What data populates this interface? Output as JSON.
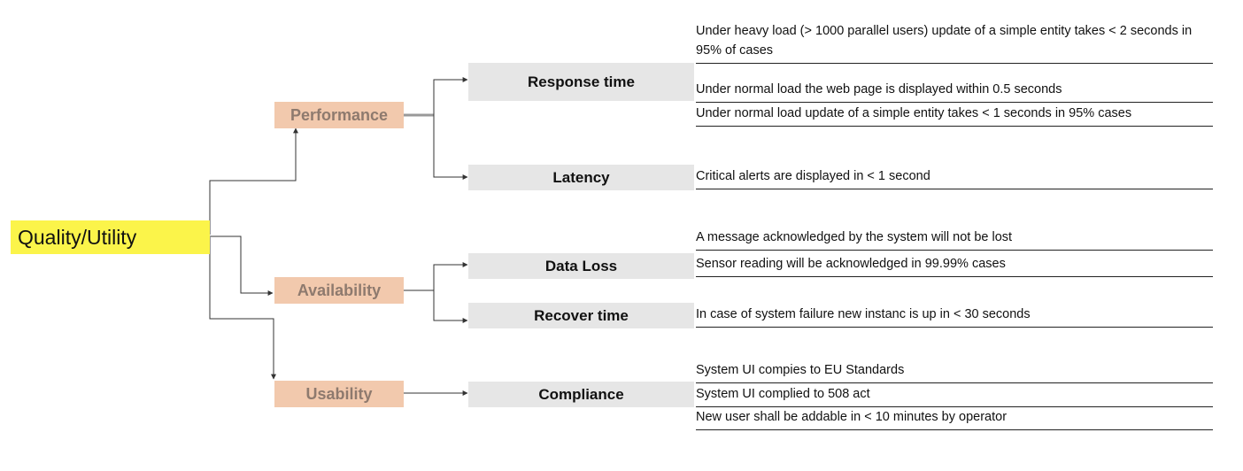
{
  "root": {
    "label": "Quality/Utility"
  },
  "categories": {
    "performance": {
      "label": "Performance"
    },
    "availability": {
      "label": "Availability"
    },
    "usability": {
      "label": "Usability"
    }
  },
  "subcategories": {
    "response_time": {
      "label": "Response time"
    },
    "latency": {
      "label": "Latency"
    },
    "data_loss": {
      "label": "Data Loss"
    },
    "recover_time": {
      "label": "Recover time"
    },
    "compliance": {
      "label": "Compliance"
    }
  },
  "requirements": {
    "response_time": [
      "Under heavy load (> 1000 parallel users) update of a simple entity takes < 2 seconds in 95% of cases",
      "Under normal load the web page is displayed within 0.5 seconds",
      "Under normal load update of a simple entity takes < 1 seconds in 95% cases"
    ],
    "latency": [
      "Critical alerts are displayed in < 1 second"
    ],
    "data_loss": [
      "A message acknowledged by the system will not be lost",
      "Sensor reading will be acknowledged in 99.99% cases"
    ],
    "recover_time": [
      "In case of system failure new instanc is up in < 30 seconds"
    ],
    "compliance": [
      "System UI compies to EU Standards",
      "System UI complied to 508 act",
      "New user shall be addable in < 10 minutes by operator"
    ]
  },
  "colors": {
    "root_fill": "#fbf44a",
    "category_fill": "#f2c9ad",
    "category_text": "#8e7a6e",
    "subcategory_fill": "#e6e6e6",
    "line": "#333333"
  }
}
